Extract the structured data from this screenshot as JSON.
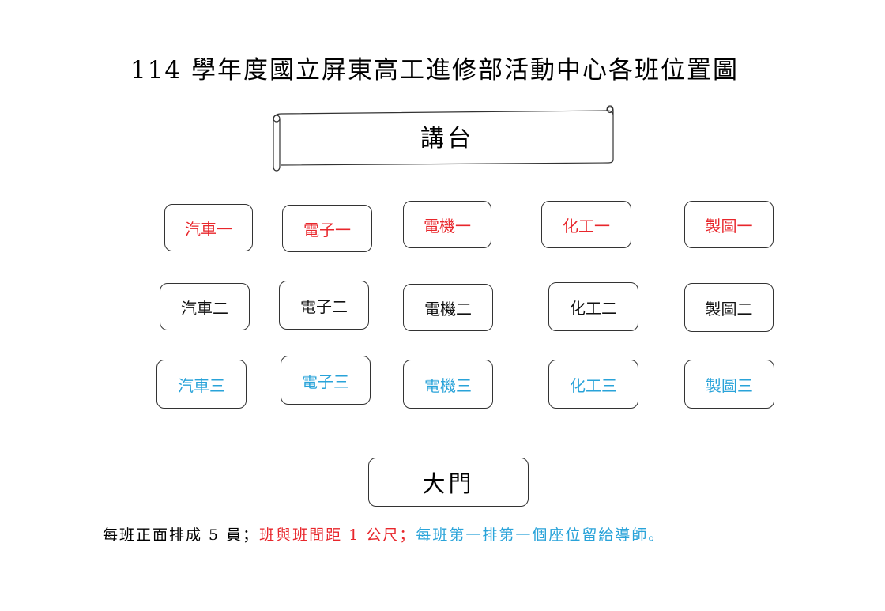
{
  "title": "114 學年度國立屏東高工進修部活動中心各班位置圖",
  "stage_label": "講台",
  "colors": {
    "row1": "#e8262b",
    "row2": "#111111",
    "row3": "#29a3d9"
  },
  "classes": {
    "row1": [
      "汽車一",
      "電子一",
      "電機一",
      "化工一",
      "製圖一"
    ],
    "row2": [
      "汽車二",
      "電子二",
      "電機二",
      "化工二",
      "製圖二"
    ],
    "row3": [
      "汽車三",
      "電子三",
      "電機三",
      "化工三",
      "製圖三"
    ]
  },
  "door_label": "大門",
  "note": {
    "part1": "每班正面排成 5 員；",
    "part2": "班與班間距 1 公尺；",
    "part3": "每班第一排第一個座位留給導師。",
    "part2_color": "#e8262b",
    "part3_color": "#29a3d9"
  }
}
